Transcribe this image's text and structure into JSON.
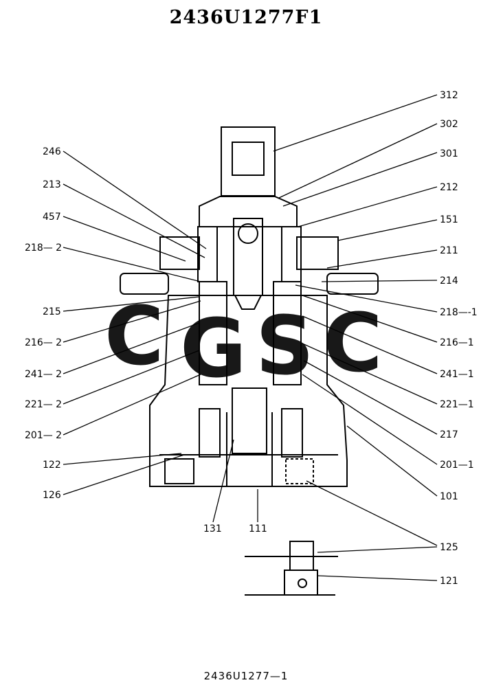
{
  "title": "2436U1277F1",
  "footer": "2436U1277—1",
  "watermark": {
    "letters": [
      "C",
      "G",
      "S",
      "C"
    ],
    "colors": [
      "#4a86f0",
      "#ef5a52",
      "#f8c630",
      "#3aa872"
    ]
  },
  "callouts_right": [
    {
      "label": "312"
    },
    {
      "label": "302"
    },
    {
      "label": "301"
    },
    {
      "label": "212"
    },
    {
      "label": "151"
    },
    {
      "label": "211"
    },
    {
      "label": "214"
    },
    {
      "label": "218—-1"
    },
    {
      "label": "216—1"
    },
    {
      "label": "241—1"
    },
    {
      "label": "221—1"
    },
    {
      "label": "217"
    },
    {
      "label": "201—1"
    },
    {
      "label": "101"
    }
  ],
  "callouts_left": [
    {
      "label": "246"
    },
    {
      "label": "213"
    },
    {
      "label": "457"
    },
    {
      "label": "218— 2"
    },
    {
      "label": "215"
    },
    {
      "label": "216— 2"
    },
    {
      "label": "241— 2"
    },
    {
      "label": "221— 2"
    },
    {
      "label": "201— 2"
    },
    {
      "label": "122"
    },
    {
      "label": "126"
    }
  ],
  "callouts_bottom": [
    {
      "label": "131"
    },
    {
      "label": "111"
    }
  ],
  "callouts_detail": [
    {
      "label": "125"
    },
    {
      "label": "121"
    }
  ]
}
